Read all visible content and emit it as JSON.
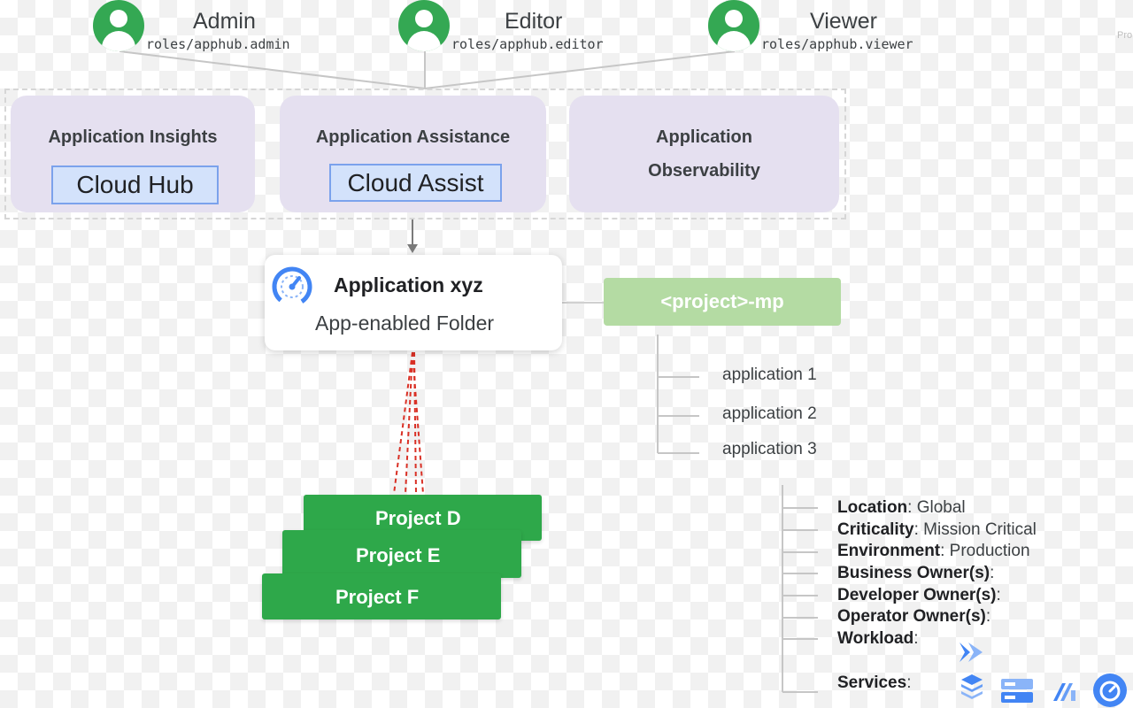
{
  "roles": [
    {
      "name": "Admin",
      "id": "roles/apphub.admin"
    },
    {
      "name": "Editor",
      "id": "roles/apphub.editor"
    },
    {
      "name": "Viewer",
      "id": "roles/apphub.viewer"
    }
  ],
  "capabilities": [
    {
      "title": "Application Insights",
      "pill": "Cloud Hub"
    },
    {
      "title": "Application Assistance",
      "pill": "Cloud Assist"
    },
    {
      "title_line1": "Application",
      "title_line2": "Observability"
    }
  ],
  "application": {
    "name": "Application xyz",
    "type": "App-enabled Folder",
    "icon": "gauge-icon"
  },
  "management_project": {
    "label": "<project>-mp"
  },
  "applications": [
    "application 1",
    "application 2",
    "application 3"
  ],
  "projects": [
    "Project D",
    "Project E",
    "Project F"
  ],
  "attributes": [
    {
      "key": "Location",
      "value": " Global"
    },
    {
      "key": "Criticality",
      "value": " Mission Critical"
    },
    {
      "key": "Environment",
      "value": " Production"
    },
    {
      "key": "Business Owner(s)",
      "value": ""
    },
    {
      "key": "Developer Owner(s)",
      "value": ""
    },
    {
      "key": "Operator Owner(s)",
      "value": ""
    },
    {
      "key": "Workload",
      "value": ""
    },
    {
      "key": "Services",
      "value": ""
    }
  ],
  "colors": {
    "role_green": "#34a853",
    "capability_bg": "#e5e0f0",
    "pill_blue": "#d3e2fb",
    "project_green": "#2ea84a",
    "mp_green": "#b4dba3",
    "dash_red": "#d93025",
    "icon_blue": "#4285f4"
  },
  "icons": {
    "workload": "cloud-run-icon",
    "services": [
      "storage-layers-icon",
      "server-icon",
      "bigquery-icon",
      "monitoring-icon"
    ]
  },
  "corner_fragment": "Pro"
}
